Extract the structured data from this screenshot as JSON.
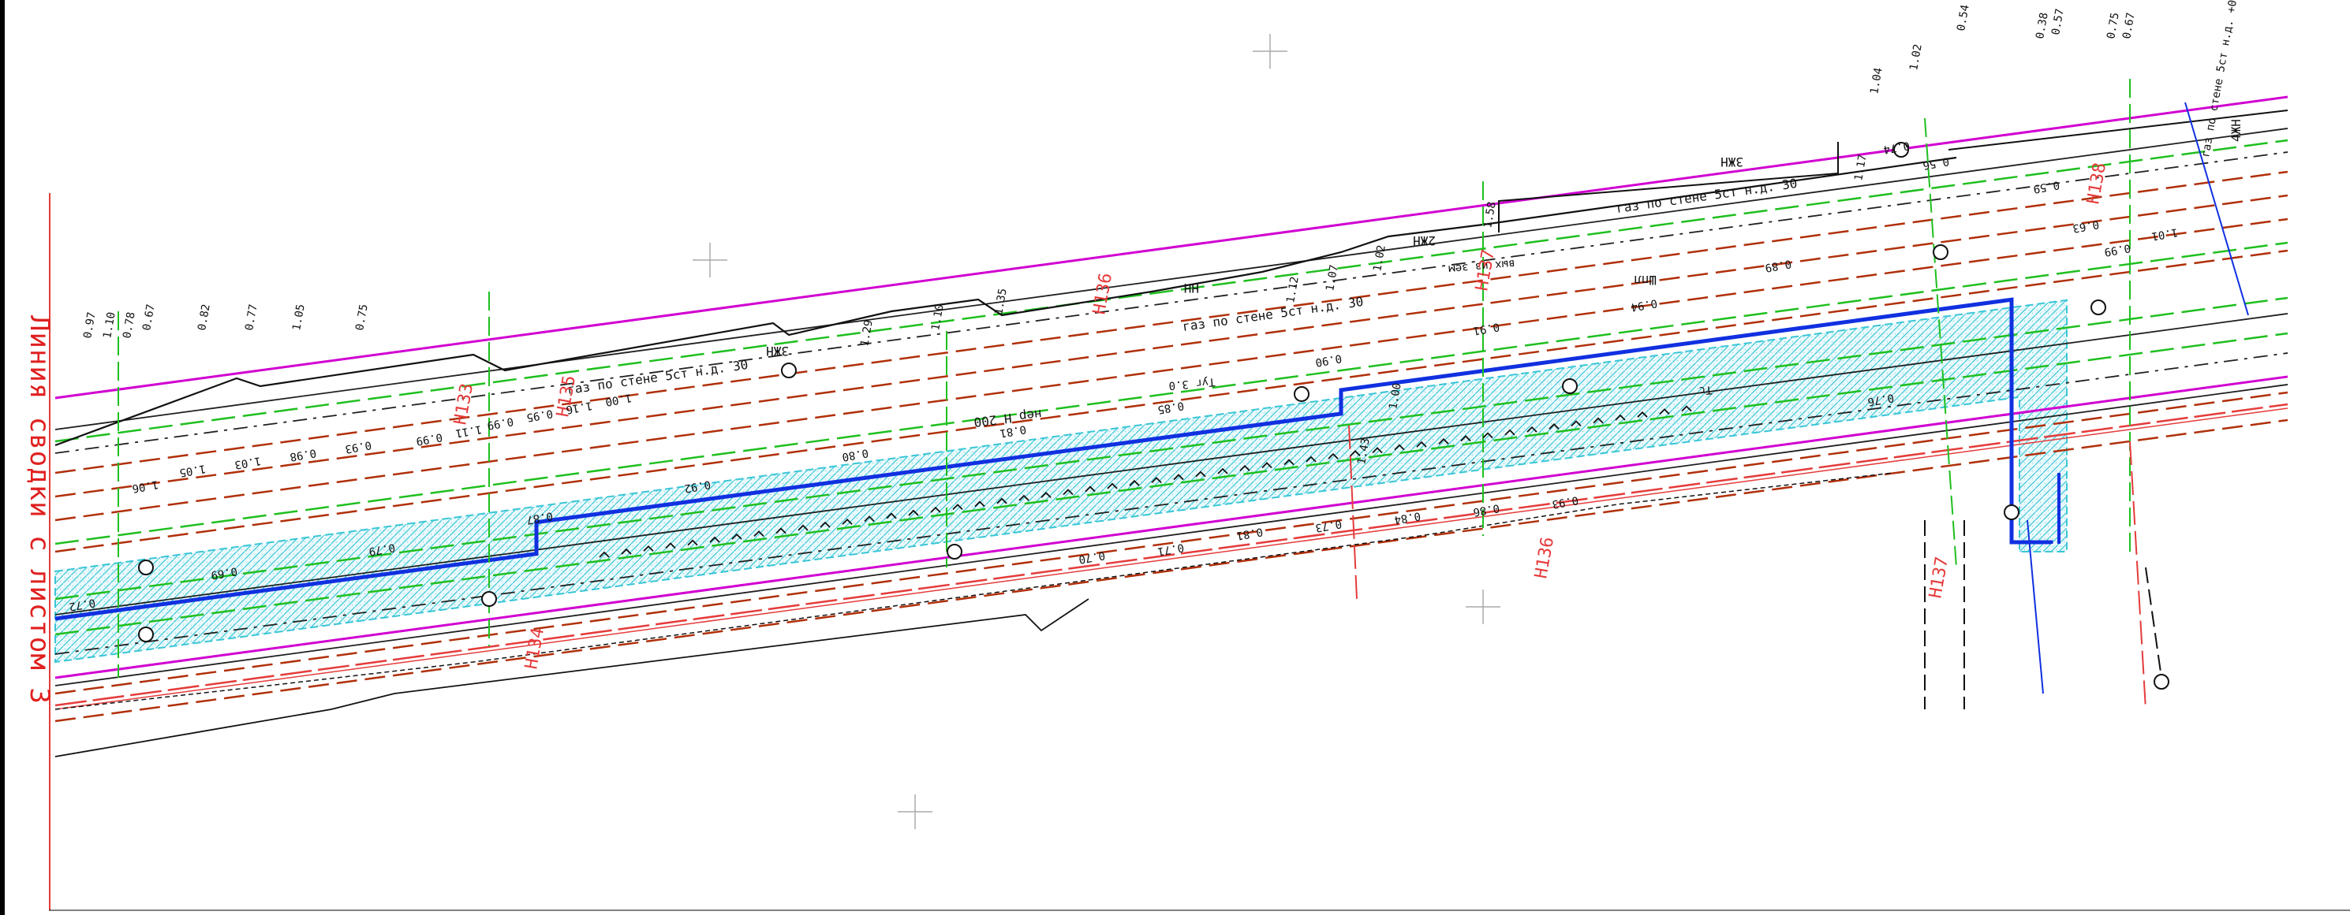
{
  "sheet": {
    "match_line_label": "Линия сводки с листом 3"
  },
  "colors": {
    "red_line": "#e53b3b",
    "magenta_boundary": "#d100d1",
    "blue_boundary": "#1030e0",
    "cyan_hatch": "#39c6d6",
    "green_line": "#1fbf1f",
    "brown_line": "#b0300a",
    "dark_line": "#202020"
  },
  "benchmarks": [
    {
      "label": "Н133"
    },
    {
      "label": "Н134"
    },
    {
      "label": "Н135"
    },
    {
      "label": "Н136"
    },
    {
      "label": "Н137"
    },
    {
      "label": "Н138"
    },
    {
      "label": "Н136"
    },
    {
      "label": "Н137"
    }
  ],
  "labels": {
    "gas_upper": "газ по стене 5ст н.д. 30",
    "gas_mid": "газ по стене 5ст н.д. 30",
    "gas_right": "газ по стене 5ст н.д. 30",
    "gas_far_right": "газ по стене 5ст н.д. +0",
    "zhn3_a": "3ЖН",
    "zhn3_b": "3ЖН",
    "zhn2": "2ЖН",
    "zhn4": "4ЖН",
    "nn": "НН",
    "shpl": "Шпл",
    "nep200": "нер Н 200",
    "vkh_iz_zem": "вых из зем",
    "tug30": "Туг 3.0",
    "ts": "Тс"
  },
  "elevations": [
    "0.97",
    "1.10",
    "0.78",
    "0.67",
    "0.82",
    "0.77",
    "1.05",
    "0.75",
    "1.29",
    "1.10",
    "1.35",
    "1.12",
    "1.07",
    "1.02",
    "1.00",
    "1.43",
    "1.58",
    "1.17",
    "1.04",
    "1.02",
    "0.54",
    "0.38",
    "0.57",
    "0.75",
    "0.67",
    "0.74",
    "0.56",
    "0.59",
    "0.63",
    "0.99",
    "1.01",
    "0.76",
    "0.89",
    "0.94",
    "0.91",
    "0.90",
    "0.85",
    "0.81",
    "0.80",
    "0.92",
    "0.87",
    "0.79",
    "0.69",
    "0.72",
    "1.06",
    "1.05",
    "1.03",
    "0.98",
    "0.93",
    "0.99",
    "1.11",
    "0.99",
    "0.95",
    "1.16",
    "1.00",
    "0.70",
    "0.71",
    "0.81",
    "0.73",
    "0.84",
    "0.86",
    "0.93"
  ]
}
